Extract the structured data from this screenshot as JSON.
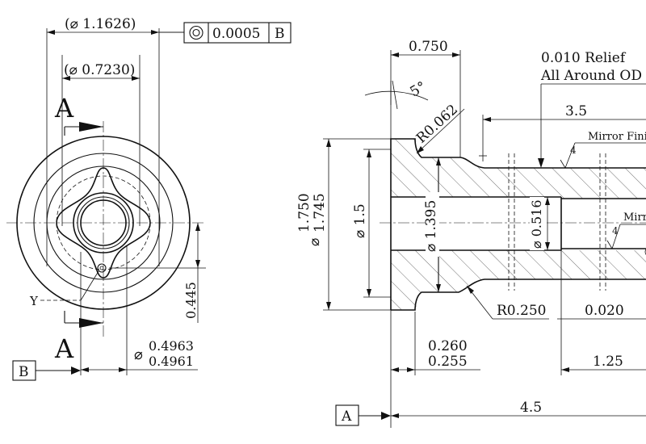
{
  "colors": {
    "ink": "#111111",
    "background": "#ffffff"
  },
  "left_view": {
    "dim_outer_diameter": "(⌀ 1.1626)",
    "dim_inner_diameter": "(⌀ 0.7230)",
    "section_label_top": "A",
    "section_label_bottom": "A",
    "dim_offset": "0.445",
    "point_label": "Y",
    "dim_bore_upper": "0.4963",
    "dim_bore_lower": "0.4961",
    "dim_bore_symbol": "⌀",
    "datum_b": "B",
    "fcf": {
      "symbol": "concentricity-icon",
      "tolerance": "0.0005",
      "datum": "B"
    }
  },
  "right_view": {
    "dim_flange_length": "0.750",
    "dim_angle": "5°",
    "dim_fillet_top": "R0.062",
    "note_relief_line1": "0.010 Relief",
    "note_relief_line2": "All Around OD",
    "dim_length_35": "3.5",
    "note_mirror_finish": "Mirror Finish",
    "note_mirror_short": "Mirr",
    "finish_number_1": "4",
    "finish_number_2": "4",
    "dim_flange_od_symbol": "⌀",
    "dim_flange_od_upper": "1.750",
    "dim_flange_od_lower": "1.745",
    "dim_diameter_15": "⌀ 1.5",
    "dim_diameter_1395": "⌀ 1.395",
    "dim_diameter_0516": "⌀ 0.516",
    "dim_fillet_bottom": "R0.250",
    "dim_0020": "0.020",
    "dim_step_upper": "0.260",
    "dim_step_lower": "0.255",
    "dim_125": "1.25",
    "dim_45": "4.5",
    "datum_a": "A"
  }
}
